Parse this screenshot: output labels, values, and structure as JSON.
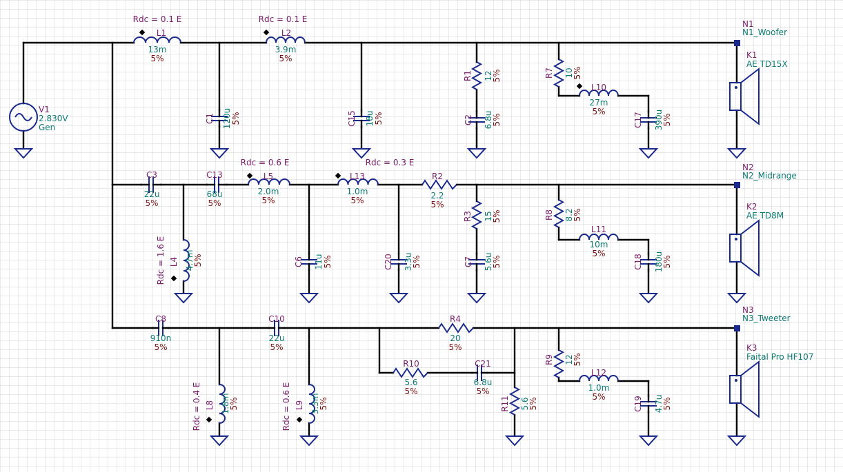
{
  "sources": [
    {
      "ref": "V1",
      "value": "2.830V",
      "name": "Gen"
    }
  ],
  "nodes": [
    {
      "ref": "N1",
      "name": "N1_Woofer"
    },
    {
      "ref": "N2",
      "name": "N2_Midrange"
    },
    {
      "ref": "N3",
      "name": "N3_Tweeter"
    }
  ],
  "speakers": [
    {
      "ref": "K1",
      "model": "AE TD15X"
    },
    {
      "ref": "K2",
      "model": "AE TD8M"
    },
    {
      "ref": "K3",
      "model": "Faital Pro HF107"
    }
  ],
  "inductors": {
    "L1": {
      "ref": "L1",
      "value": "13m",
      "tol": "5%",
      "rdc": "Rdc = 0.1 E"
    },
    "L2": {
      "ref": "L2",
      "value": "3.9m",
      "tol": "5%",
      "rdc": "Rdc = 0.1 E"
    },
    "L10": {
      "ref": "L10",
      "value": "27m",
      "tol": "5%"
    },
    "L5": {
      "ref": "L5",
      "value": "2.0m",
      "tol": "5%",
      "rdc": "Rdc = 0.6 E"
    },
    "L13": {
      "ref": "L13",
      "value": "1.0m",
      "tol": "5%",
      "rdc": "Rdc = 0.3 E"
    },
    "L4": {
      "ref": "L4",
      "value": "4.7m",
      "tol": "5%",
      "rdc": "Rdc = 1.6 E"
    },
    "L11": {
      "ref": "L11",
      "value": "10m",
      "tol": "5%"
    },
    "L8": {
      "ref": "L8",
      "value": "1.8m",
      "tol": "5%",
      "rdc": "Rdc = 0.4 E"
    },
    "L9": {
      "ref": "L9",
      "value": "3.3m",
      "tol": "5%",
      "rdc": "Rdc = 0.6 E"
    },
    "L12": {
      "ref": "L12",
      "value": "1.0m",
      "tol": "5%"
    }
  },
  "capacitors": {
    "C1": {
      "ref": "C1",
      "value": "120u",
      "tol": "5%"
    },
    "C15": {
      "ref": "C15",
      "value": "18u",
      "tol": "5%"
    },
    "C2": {
      "ref": "C2",
      "value": "6.8u",
      "tol": "5%"
    },
    "C17": {
      "ref": "C17",
      "value": "390u",
      "tol": "5%"
    },
    "C3": {
      "ref": "C3",
      "value": "22u",
      "tol": "5%"
    },
    "C13": {
      "ref": "C13",
      "value": "68u",
      "tol": "5%"
    },
    "C6": {
      "ref": "C6",
      "value": "11u",
      "tol": "5%"
    },
    "C20": {
      "ref": "C20",
      "value": "3.3u",
      "tol": "5%"
    },
    "C7": {
      "ref": "C7",
      "value": "5.6u",
      "tol": "5%"
    },
    "C18": {
      "ref": "C18",
      "value": "180u",
      "tol": "5%"
    },
    "C8": {
      "ref": "C8",
      "value": "910n",
      "tol": "5%"
    },
    "C10": {
      "ref": "C10",
      "value": "22u",
      "tol": "5%"
    },
    "C21": {
      "ref": "C21",
      "value": "6.8u",
      "tol": "5%"
    },
    "C19": {
      "ref": "C19",
      "value": "4.7u",
      "tol": "5%"
    }
  },
  "resistors": {
    "R1": {
      "ref": "R1",
      "value": "12",
      "tol": "5%"
    },
    "R7": {
      "ref": "R7",
      "value": "10",
      "tol": "5%"
    },
    "R2": {
      "ref": "R2",
      "value": "2.2",
      "tol": "5%"
    },
    "R3": {
      "ref": "R3",
      "value": "15",
      "tol": "5%"
    },
    "R8": {
      "ref": "R8",
      "value": "8.2",
      "tol": "5%"
    },
    "R4": {
      "ref": "R4",
      "value": "20",
      "tol": "5%"
    },
    "R10": {
      "ref": "R10",
      "value": "5.6",
      "tol": "5%"
    },
    "R11": {
      "ref": "R11",
      "value": "5.6",
      "tol": "5%"
    },
    "R9": {
      "ref": "R9",
      "value": "12",
      "tol": "5%"
    }
  },
  "colors": {
    "wire": "#000000",
    "component": "#1a2a8c",
    "reference": "#7a1e6c",
    "value": "#0b7a72",
    "tolerance": "#7a1010",
    "grid": "#d4d4d4"
  }
}
